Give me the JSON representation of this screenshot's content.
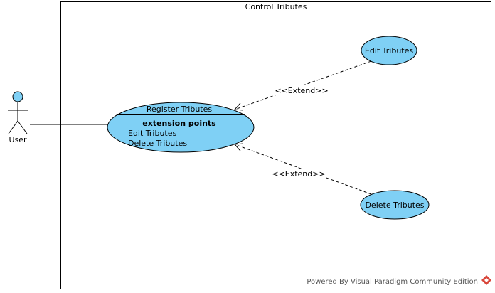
{
  "system": {
    "title": "Control Tributes"
  },
  "actor": {
    "name": "User"
  },
  "use_cases": {
    "register": {
      "name": "Register Tributes",
      "ext_heading": "extension points",
      "ext_points": [
        "Edit Tributes",
        "Delete Tributes"
      ]
    },
    "edit": {
      "name": "Edit Tributes"
    },
    "delete": {
      "name": "Delete Tributes"
    }
  },
  "relations": {
    "extend_edit": "<<Extend>>",
    "extend_delete": "<<Extend>>"
  },
  "footer": {
    "text": "Powered By Visual Paradigm Community Edition"
  },
  "colors": {
    "usecase_fill": "#7fd0f5",
    "stroke": "#000000",
    "logo_red": "#d9473b"
  }
}
